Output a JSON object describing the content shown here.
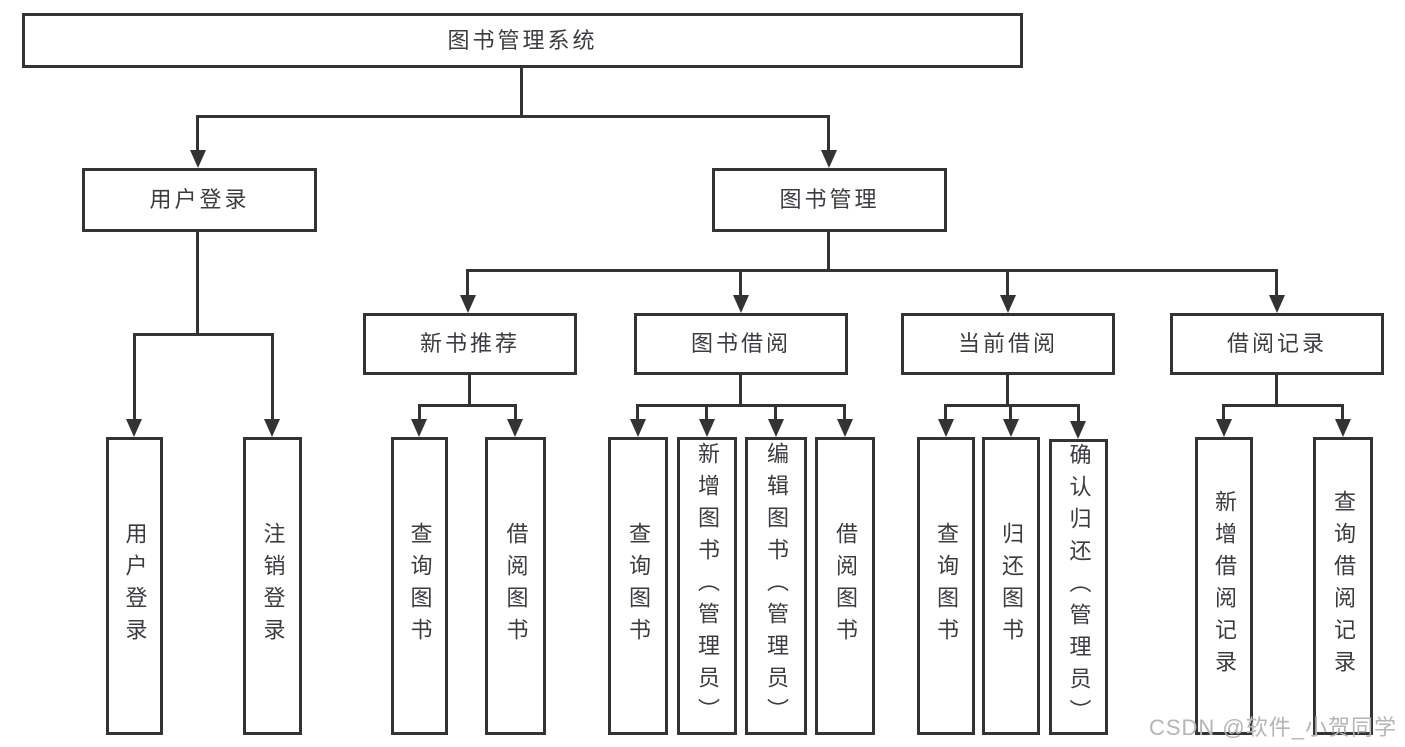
{
  "colors": {
    "line": "#333333",
    "text": "#3c3c40",
    "watermark": "#b5b5b5",
    "background": "#ffffff"
  },
  "watermark": {
    "text": "CSDN @软件_小贺同学"
  },
  "tree": {
    "root": {
      "label": "图书管理系统"
    },
    "children": [
      {
        "label": "用户登录",
        "children": [
          {
            "label": "用户登录"
          },
          {
            "label": "注销登录"
          }
        ]
      },
      {
        "label": "图书管理",
        "children": [
          {
            "label": "新书推荐",
            "children": [
              {
                "label": "查询图书"
              },
              {
                "label": "借阅图书"
              }
            ]
          },
          {
            "label": "图书借阅",
            "children": [
              {
                "label": "查询图书"
              },
              {
                "label": "新增图书（管理员）"
              },
              {
                "label": "编辑图书（管理员）"
              },
              {
                "label": "借阅图书"
              }
            ]
          },
          {
            "label": "当前借阅",
            "children": [
              {
                "label": "查询图书"
              },
              {
                "label": "归还图书"
              },
              {
                "label": "确认归还（管理员）"
              }
            ]
          },
          {
            "label": "借阅记录",
            "children": [
              {
                "label": "新增借阅记录"
              },
              {
                "label": "查询借阅记录"
              }
            ]
          }
        ]
      }
    ]
  }
}
